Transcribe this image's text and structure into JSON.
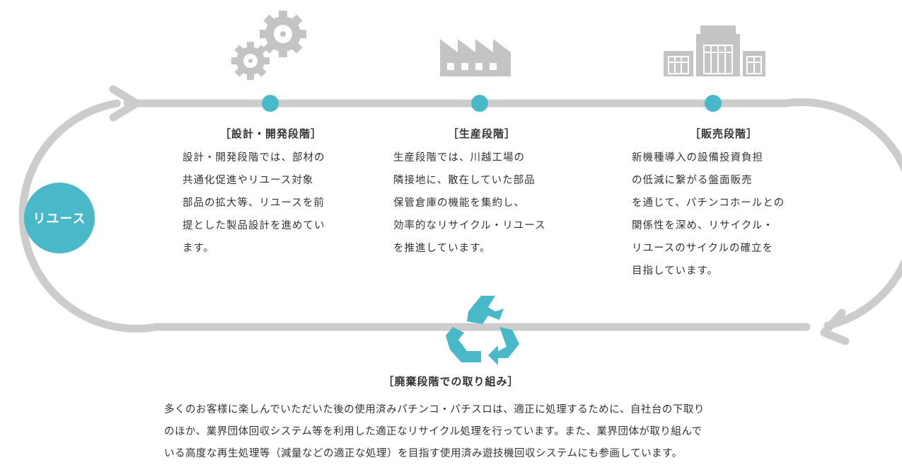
{
  "reuse_label": "リユース",
  "stages": [
    {
      "title": "［設計・開発段階］",
      "lines": [
        "設計・開発段階では、部材の",
        "共通化促進やリユース対象",
        "部品の拡大等、リユースを前",
        "提とした製品設計を進めてい",
        "ます。"
      ]
    },
    {
      "title": "［生産段階］",
      "lines": [
        "生産段階では、川越工場の",
        "隣接地に、散在していた部品",
        "保管倉庫の機能を集約し、",
        "効率的なリサイクル・リユース",
        "を推進しています。"
      ]
    },
    {
      "title": "［販売段階］",
      "lines": [
        "新機種導入の設備投資負担",
        "の低減に繋がる盤面販売",
        "を通じて、パチンコホールとの",
        "関係性を深め、リサイクル・",
        "リユースのサイクルの確立を",
        "目指しています。"
      ]
    }
  ],
  "disposal": {
    "title": "［廃棄段階での取り組み］",
    "lines": [
      "多くのお客様に楽しんでいただいた後の使用済みパチンコ・パチスロは、適正に処理するために、自社台の下取り",
      "のほか、業界団体回収システム等を利用した適正なリサイクル処理を行っています。また、業界団体が取り組んで",
      "いる高度な再生処理等（減量などの適正な処理）を目指す使用済み遊技機回収システムにも参画しています。"
    ]
  },
  "colors": {
    "accent": "#49b8c9",
    "loop": "#cccccc",
    "icon": "#c4c4c4"
  },
  "icons": [
    "gears-icon",
    "factory-icon",
    "store-building-icon",
    "recycle-icon"
  ]
}
